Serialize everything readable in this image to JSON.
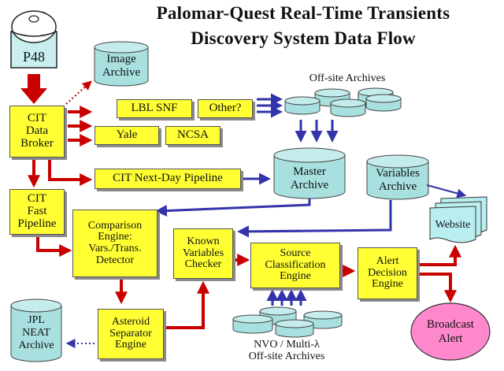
{
  "title": {
    "line1": "Palomar-Quest Real-Time Transients",
    "line2": "Discovery System Data Flow"
  },
  "colors": {
    "box_fill": "#ffff33",
    "cylinder_fill": "#a8e0e0",
    "red_arrow": "#c80000",
    "blue_arrow": "#3333aa",
    "alert_fill": "#ff88cc",
    "website_fill": "#b8eef0"
  },
  "telescope": {
    "label": "P48"
  },
  "archives": {
    "image": "Image\nArchive",
    "master": "Master\nArchive",
    "variables": "Variables\nArchive",
    "jpl": "JPL\nNEAT\nArchive"
  },
  "captions": {
    "offsite": "Off-site Archives",
    "nvo": "NVO / Multi-λ\nOff-site Archives"
  },
  "boxes": {
    "broker": "CIT\nData\nBroker",
    "lbl": "LBL SNF",
    "other": "Other?",
    "yale": "Yale",
    "ncsa": "NCSA",
    "nextday": "CIT Next-Day Pipeline",
    "fast": "CIT\nFast\nPipeline",
    "comparison": "Comparison\nEngine:\nVars./Trans.\nDetector",
    "known": "Known\nVariables\nChecker",
    "source": "Source\nClassification\nEngine",
    "alert_decision": "Alert\nDecision\nEngine",
    "asteroid": "Asteroid\nSeparator\nEngine"
  },
  "website": {
    "label": "Website"
  },
  "broadcast": {
    "label": "Broadcast\nAlert"
  }
}
